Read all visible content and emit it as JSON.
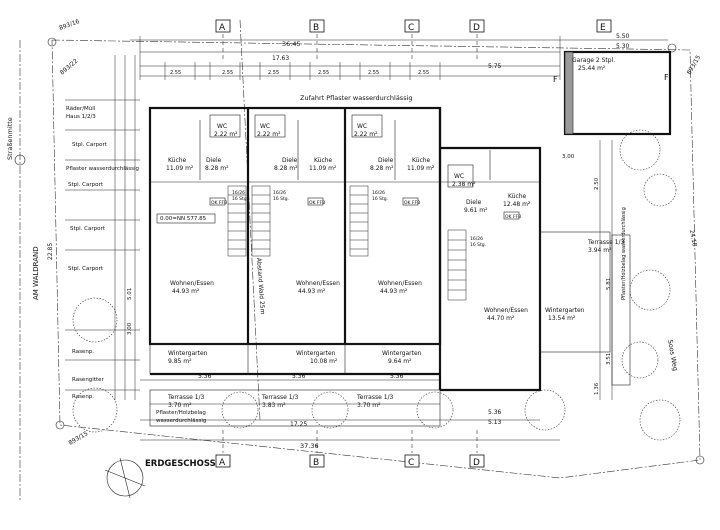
{
  "title": "ERDGESCHOSS",
  "axes": [
    "A",
    "B",
    "C",
    "D",
    "E",
    "F"
  ],
  "dimensions": {
    "top_total": "36.45",
    "top_mid": "17.63",
    "top_right": "5.75",
    "garage_w": "5.50",
    "garage_w2": "5.30",
    "bottom_total": "37.36",
    "bottom_mid": "17.25",
    "bottom_536a": "5.36",
    "bottom_536b": "5.36",
    "bottom_536c": "5.36",
    "bottom_513": "5.13",
    "bottom_536d": "5.36",
    "left_2285": "22.85",
    "right_2418": "24.18",
    "v_501": "5.01",
    "v_300": "3.00",
    "v_250": "2.50",
    "v_351": "3.51",
    "v_136": "1.36",
    "v_581": "5.81"
  },
  "rooms": [
    {
      "name": "WC",
      "area": "2.22 m²"
    },
    {
      "name": "WC",
      "area": "2.22 m²"
    },
    {
      "name": "WC",
      "area": "2.22 m²"
    },
    {
      "name": "Küche",
      "area": "11.09 m²"
    },
    {
      "name": "Diele",
      "area": "8.28 m²"
    },
    {
      "name": "Diele",
      "area": "8.28 m²"
    },
    {
      "name": "Küche",
      "area": "11.09 m²"
    },
    {
      "name": "Diele",
      "area": "8.28 m²"
    },
    {
      "name": "Küche",
      "area": "11.09 m²"
    },
    {
      "name": "WC",
      "area": "2.38 m²"
    },
    {
      "name": "Diele",
      "area": "9.61 m²"
    },
    {
      "name": "Küche",
      "area": "12.48 m²"
    },
    {
      "name": "Wohnen/Essen",
      "area": "44.93 m²"
    },
    {
      "name": "Wohnen/Essen",
      "area": "44.93 m²"
    },
    {
      "name": "Wohnen/Essen",
      "area": "44.93 m²"
    },
    {
      "name": "Wohnen/Essen",
      "area": "44.70 m²"
    },
    {
      "name": "Wintergarten",
      "area": "9.85 m²"
    },
    {
      "name": "Wintergarten",
      "area": "10.08 m²"
    },
    {
      "name": "Wintergarten",
      "area": "9.64 m²"
    },
    {
      "name": "Wintergarten",
      "area": "13.54 m²"
    },
    {
      "name": "Terrasse 1/3",
      "area": "3.70 m²"
    },
    {
      "name": "Terrasse 1/3",
      "area": "3.83 m²"
    },
    {
      "name": "Terrasse 1/3",
      "area": "3.70 m²"
    },
    {
      "name": "Terrasse 1/3",
      "area": "3.94 m²"
    },
    {
      "name": "Garage 2 Stpl.",
      "area": "25.44 m²"
    }
  ],
  "labels": {
    "zufahrt": "Zufahrt Pflaster wasserdurchlässig",
    "pflaster": "Pflaster/Holzbelag",
    "pflaster2": "wasserdurchlässig",
    "level": "0.00=NN 577.85",
    "wald": "Abstand Wald 25m",
    "stufen1": "16/26",
    "stufen2": "16 Stg.",
    "ok_ffb": "OK FFB",
    "strasse_rechts": "Soos Weg",
    "am_waldrand": "AM WALDRAND",
    "strassenmitte": "Straßenmitte",
    "rader": "Räder/Müll",
    "haus": "Haus 1/2/3",
    "stpl1": "Stpl. Carport",
    "stpl2": "Stpl. Carport",
    "stpl3": "Stpl. Carport",
    "stpl4": "Stpl. Carport",
    "pflaster_left": "Pflaster wasserdurchlässig",
    "rasengitter1": "Rasenp.",
    "rasengitter2": "Rasengitter",
    "rasengitter3": "Rasenp.",
    "parcel_tl": "893/16",
    "parcel_tl2": "893/22",
    "parcel_tr": "893/15",
    "parcel_bl": "893/15",
    "terrasse_r": "Pflaster/Holzbelag wasserdurchlässig"
  }
}
